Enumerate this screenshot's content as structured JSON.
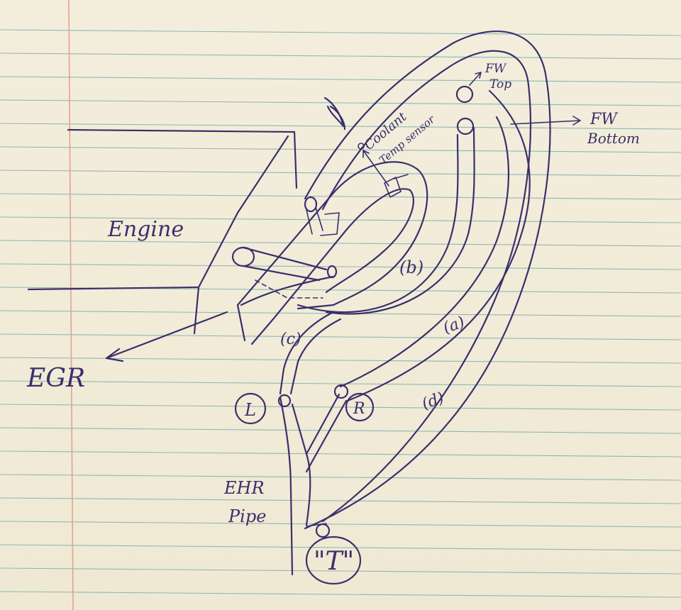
{
  "labels": {
    "engine": "Engine",
    "egr": "EGR",
    "coolant_line1": "Coolant",
    "coolant_line2": "Temp sensor",
    "fw_top_line1": "FW",
    "fw_top_line2": "Top",
    "fw_bottom_line1": "FW",
    "fw_bottom_line2": "Bottom",
    "pipe_b": "(b)",
    "pipe_c": "(c)",
    "pipe_a": "(a)",
    "pipe_d": "(d)",
    "port_l": "L",
    "port_r": "R",
    "ehr_line1": "EHR",
    "ehr_line2": "Pipe",
    "port_t": "\"T\""
  },
  "colors": {
    "ink": "#3a2f6b",
    "paper": "#f1ecd9",
    "rule_line": "#8fb7b4",
    "margin_line": "#e7a08f"
  }
}
